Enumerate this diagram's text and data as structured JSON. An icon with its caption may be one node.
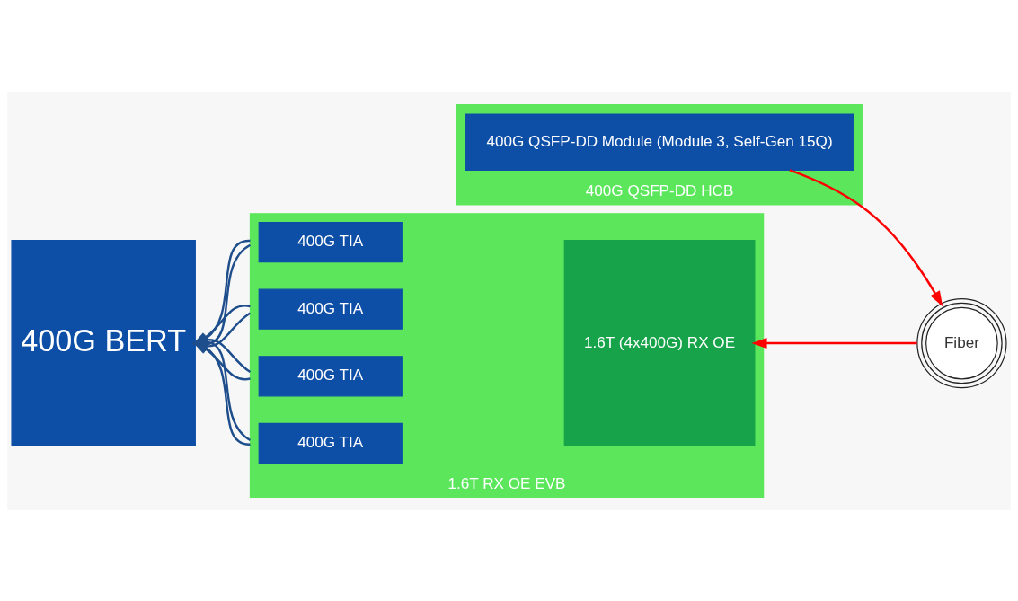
{
  "diagram": {
    "nodes": [
      {
        "text": [
          "400G QSFP-DD HCB"
        ]
      },
      {
        "text": [
          "400G QSFP-DD Module (Module 3, Self-Gen 15Q)"
        ],
        "in": 0
      },
      {
        "text": [
          "Fiber"
        ]
      },
      {
        "text": [
          "1.6T RX OE EVB"
        ]
      },
      {
        "text": [
          "400G TIA"
        ],
        "in": 3
      },
      {
        "text": [
          "400G TIA"
        ],
        "in": 3
      },
      {
        "text": [
          "400G TIA"
        ],
        "in": 3
      },
      {
        "text": [
          "400G TIA"
        ],
        "in": 3
      },
      {
        "text": [
          "1.6T (4x400G) RX OE"
        ],
        "in": 3
      },
      {
        "text": [
          "400G BERT"
        ]
      }
    ],
    "edges": [
      {
        "from": 1,
        "to": 2,
        "arrow": "to",
        "color": "#ff0000"
      },
      {
        "from": 2,
        "to": 8,
        "arrow": "to",
        "color": "#ff0000"
      },
      {
        "from": 3,
        "to": 9,
        "arrow": "to"
      },
      {
        "from": 3,
        "to": 9,
        "arrow": "to"
      },
      {
        "from": 3,
        "to": 9,
        "arrow": "to"
      },
      {
        "from": 3,
        "to": 9,
        "arrow": "to"
      },
      {
        "from": 3,
        "to": 9,
        "arrow": "to"
      },
      {
        "from": 3,
        "to": 9,
        "arrow": "to"
      },
      {
        "from": 3,
        "to": 9,
        "arrow": "to"
      },
      {
        "from": 3,
        "to": 9,
        "arrow": "to"
      }
    ]
  }
}
